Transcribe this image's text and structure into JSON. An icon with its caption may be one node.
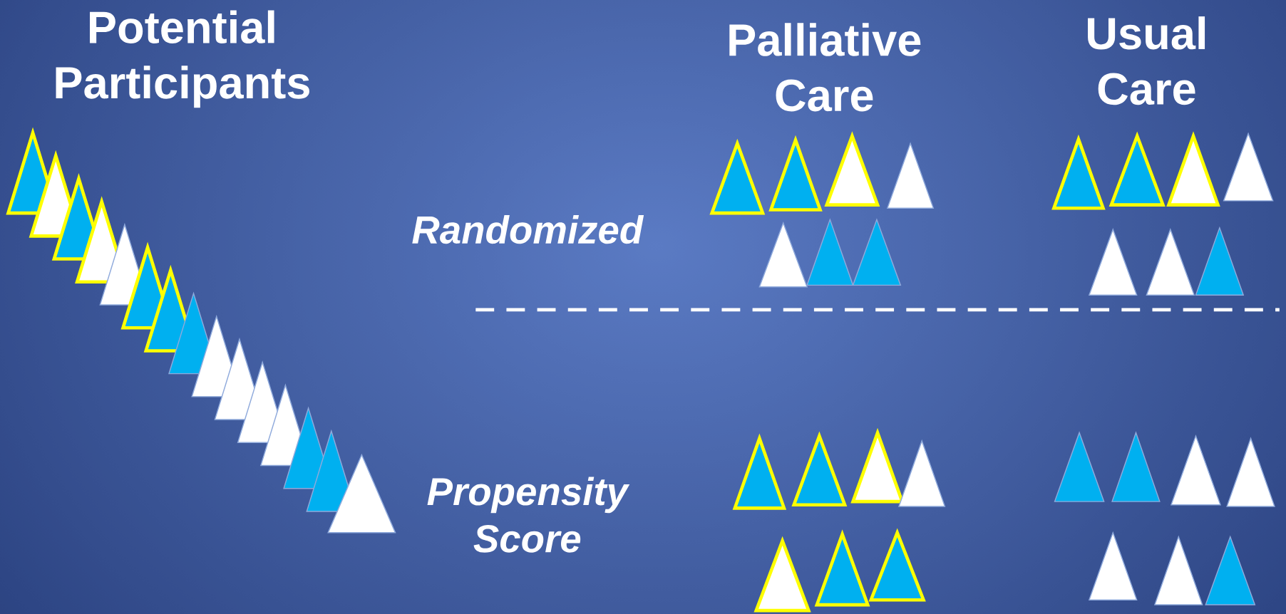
{
  "diagram": {
    "labels": [
      "Potential Participants",
      "Palliative Care",
      "Usual Care",
      "Randomized",
      "Propensity Score"
    ]
  }
}
